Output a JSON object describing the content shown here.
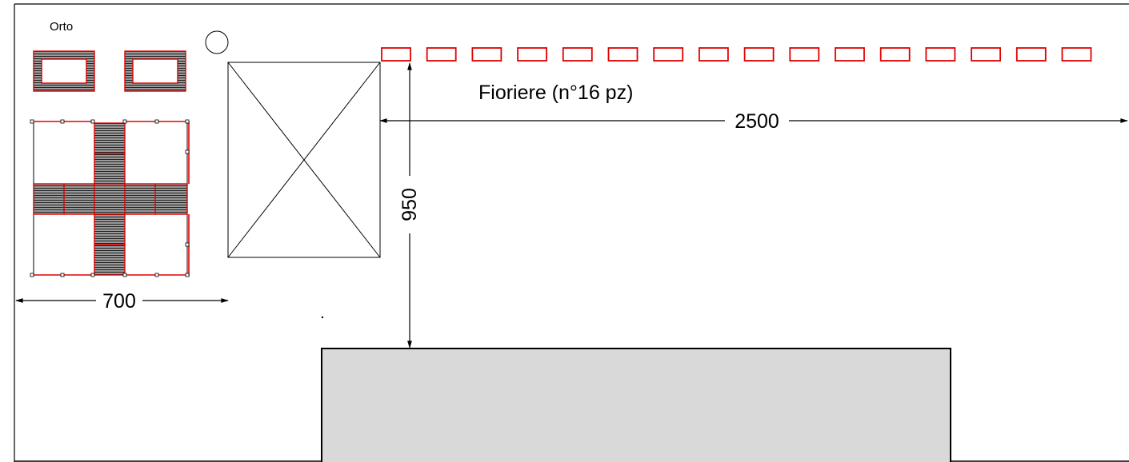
{
  "garden_label": "Orto",
  "planters_label": "Fioriere (n°16 pz)",
  "dimensions": {
    "width_total": "2500",
    "depth": "950",
    "garden_width": "700"
  },
  "planter_count_visible": 16,
  "colors": {
    "planter_outline": "#e00000",
    "building_fill": "#d9d9d9",
    "line": "#000000"
  }
}
